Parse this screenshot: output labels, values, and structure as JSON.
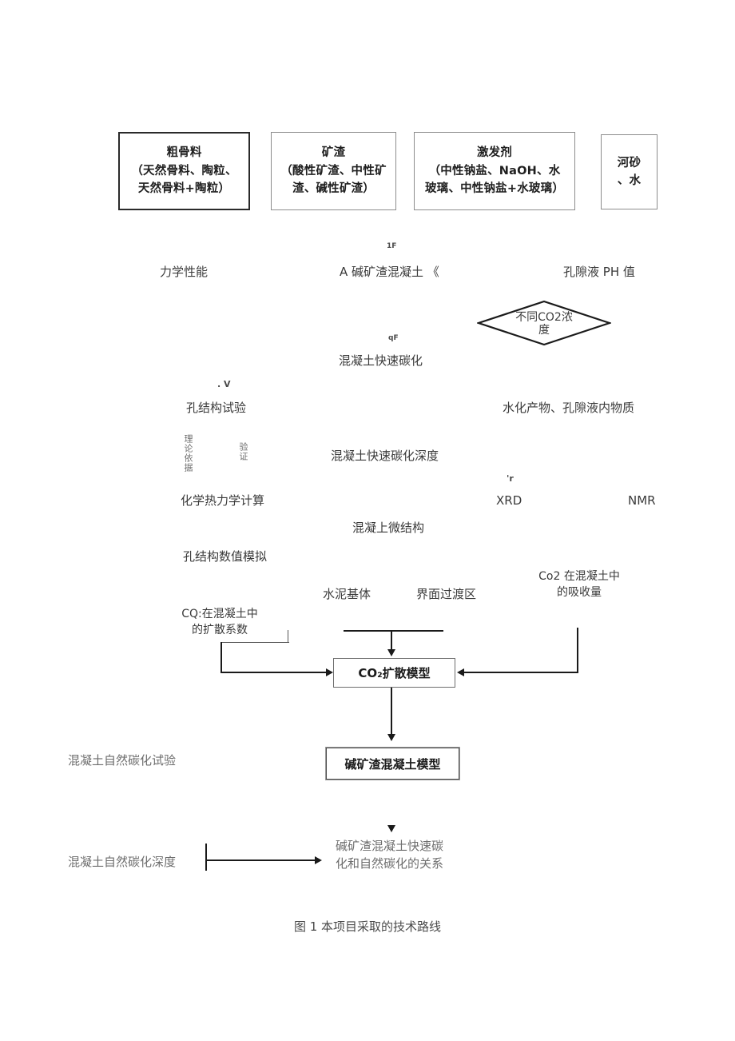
{
  "document": {
    "caption": "图 1 本项目采取的技术路线"
  },
  "materials": {
    "boxes": [
      {
        "name": "coarse-aggregate",
        "text": "粗骨料\n（天然骨料、陶粒、\n天然骨料+陶粒）"
      },
      {
        "name": "slag",
        "text": "矿渣\n（酸性矿渣、中性矿\n渣、碱性矿渣）"
      },
      {
        "name": "activator",
        "text": "激发剂\n（中性钠盐、NaOH、水\n玻璃、中性钠盐+水玻璃）"
      },
      {
        "name": "sand-water",
        "text": "河砂\n、水"
      }
    ]
  },
  "stage_labels": {
    "mechanical_properties": "力学性能",
    "alkali_slag_concrete": "A 碱矿渣混凝土 《",
    "pore_solution_ph": "孔隙液 PH 值",
    "rapid_carbonation": "混凝土快速碳化",
    "co2_concentration": "不同CO2浓\n度",
    "pore_structure_test": "孔结构试验",
    "hydration_products": "水化产物、孔隙液内物质",
    "rapid_carbonation_depth": "混凝土快速碳化深度",
    "thermodynamic_calc": "化学热力学计算",
    "xrd": "XRD",
    "nmr": "NMR",
    "concrete_microstructure": "混凝上微结构",
    "pore_numeric_sim": "孔结构数值模拟",
    "cement_matrix": "水泥基体",
    "interfacial_zone": "界面过渡区",
    "co2_absorption": "Co2 在混凝土中\n的吸收量",
    "co2_diffusion_coeff": "CQ:在混凝土中\n的扩散系数",
    "natural_carbonation_test": "混凝土自然碳化试验",
    "natural_carbonation_depth": "混凝土自然碳化深度",
    "relation_rapid_natural": "碱矿渣混凝土快速碳\n化和自然碳化的关系"
  },
  "vertical_labels": {
    "theory_basis": "理论依据",
    "verification": "验证"
  },
  "model_boxes": {
    "co2_diffusion_model": "CO₂扩散模型",
    "alkali_slag_concrete_model": "碱矿渣混凝土模型"
  },
  "artifacts": {
    "marker_1f": "1F",
    "marker_qf": "qF",
    "marker_v": ". V",
    "marker_r": "'r"
  },
  "colors": {
    "ink": "#1a1a1a",
    "text": "#3a3a3a",
    "faded": "#6e6e6e",
    "box_border": "#8d8d8d",
    "background": "#ffffff"
  }
}
